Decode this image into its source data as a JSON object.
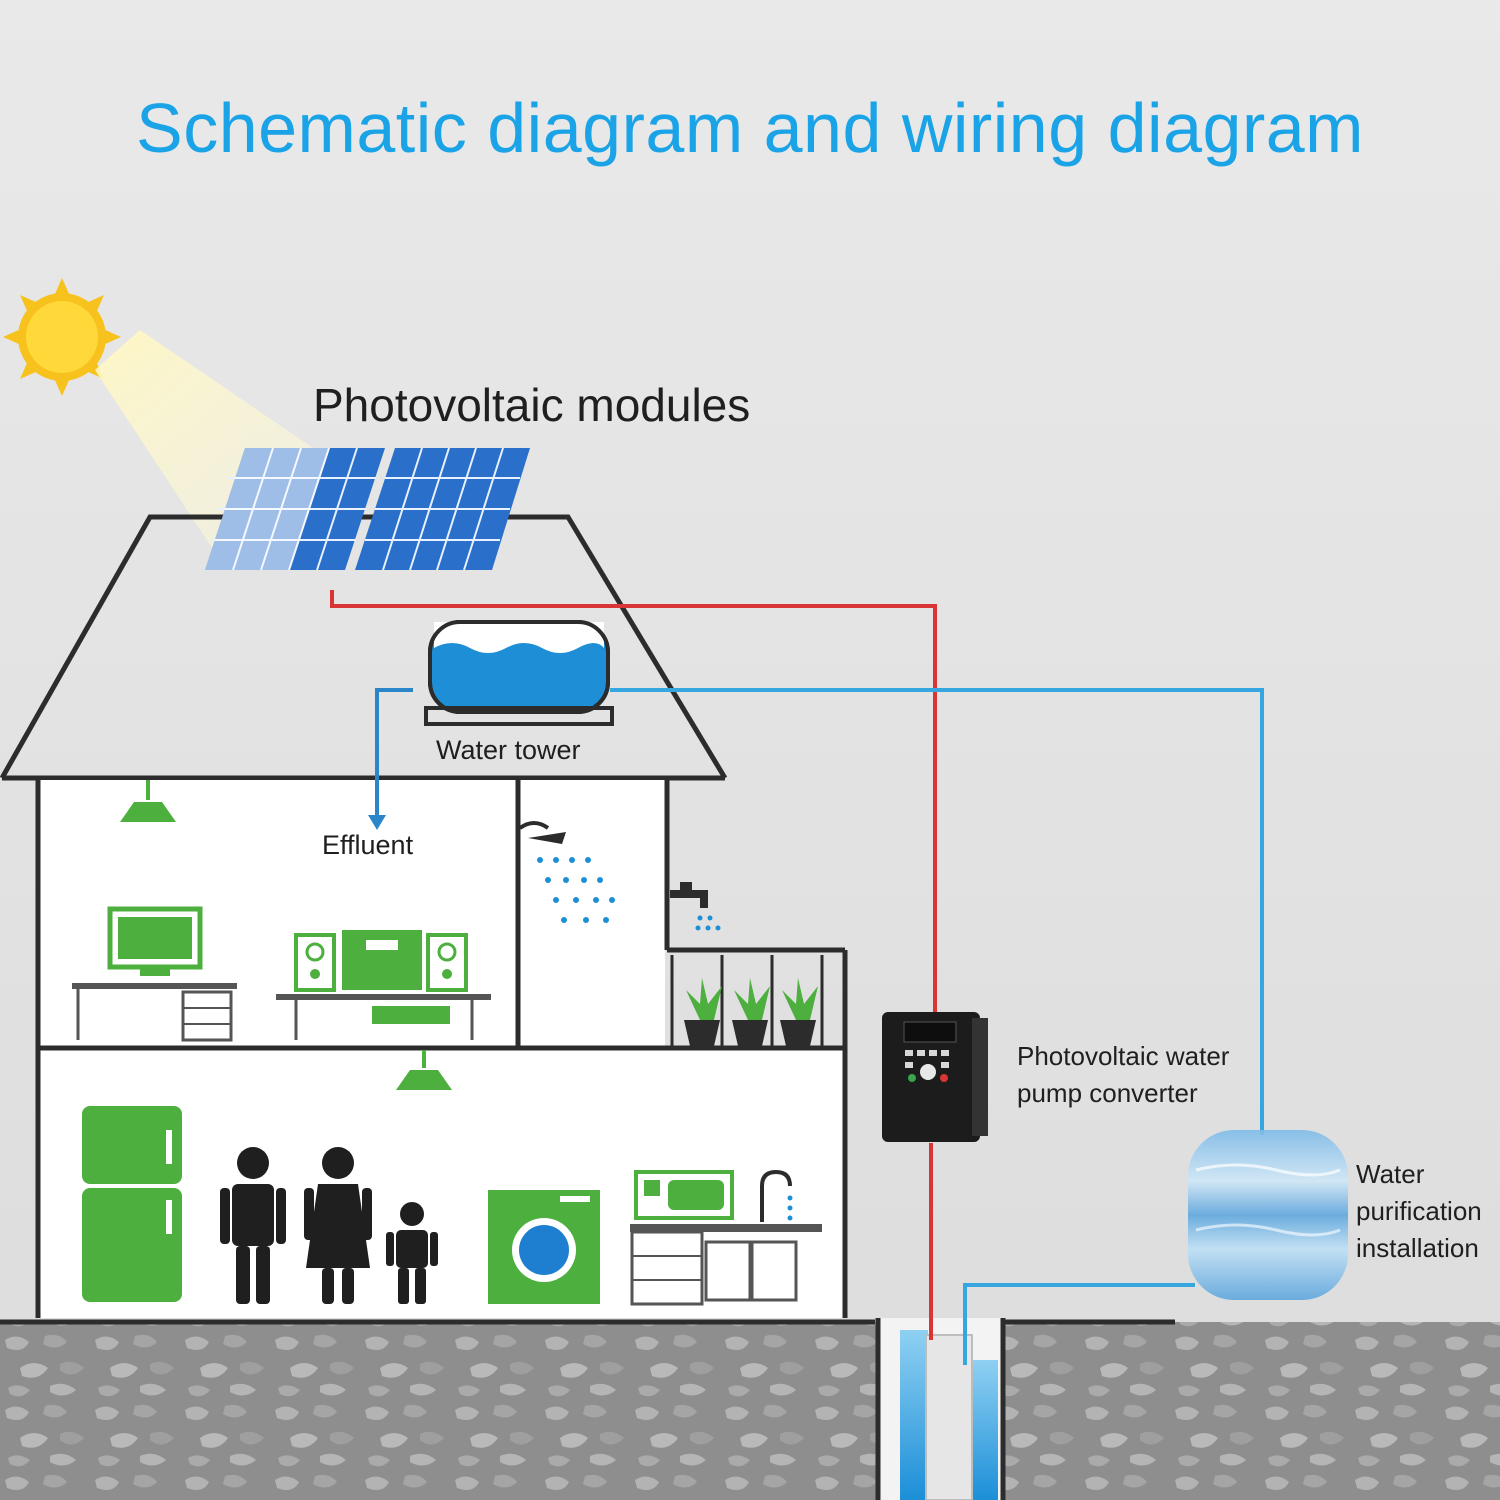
{
  "title": "Schematic diagram and wiring diagram",
  "labels": {
    "photovoltaic_modules": "Photovoltaic modules",
    "water_tower": "Water tower",
    "effluent": "Effluent",
    "converter_line1": "Photovoltaic water",
    "converter_line2": "pump converter",
    "purification_line1": "Water",
    "purification_line2": "purification",
    "purification_line3": "installation"
  },
  "colors": {
    "title": "#1aa3e6",
    "power_line": "#d93535",
    "water_line": "#35a6e0",
    "appliance_green": "#4caf3e",
    "solar_blue": "#2a6fc9",
    "ground": "#8f8f8f"
  },
  "icons": [
    "sun-icon",
    "solar-panel-icon",
    "water-tank-icon",
    "shower-icon",
    "faucet-icon",
    "lamp-icon",
    "tv-icon",
    "stereo-icon",
    "plant-icon",
    "fridge-icon",
    "person-icon",
    "washing-machine-icon",
    "kitchen-icon",
    "converter-device-icon",
    "well-pump-icon"
  ]
}
